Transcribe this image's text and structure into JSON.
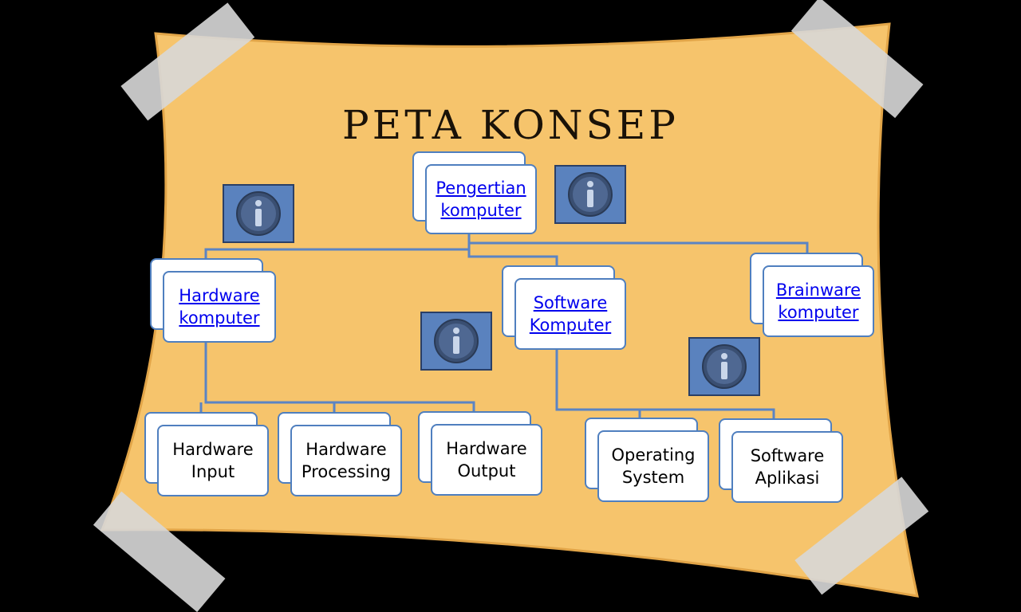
{
  "title": "Peta Konsep",
  "nodes": {
    "pengertian": {
      "line1": "Pengertian",
      "line2": "komputer",
      "link": true
    },
    "hardware": {
      "line1": "Hardware",
      "line2": "komputer",
      "link": true
    },
    "software": {
      "line1": "Software",
      "line2": "Komputer",
      "link": true
    },
    "brainware": {
      "line1": "Brainware",
      "line2": "komputer",
      "link": true
    },
    "hw_input": {
      "line1": "Hardware",
      "line2": "Input"
    },
    "hw_proc": {
      "line1": "Hardware",
      "line2": "Processing"
    },
    "hw_output": {
      "line1": "Hardware",
      "line2": "Output"
    },
    "os": {
      "line1": "Operating",
      "line2": "System"
    },
    "sw_app": {
      "line1": "Software",
      "line2": "Aplikasi"
    }
  },
  "icons": [
    "info-icon",
    "info-icon",
    "info-icon",
    "info-icon"
  ],
  "colors": {
    "board": "#f6c46c",
    "box_border": "#4f7fbf",
    "connector": "#5b84c4",
    "info_button": "#5a82be",
    "link": "#0000ee"
  }
}
